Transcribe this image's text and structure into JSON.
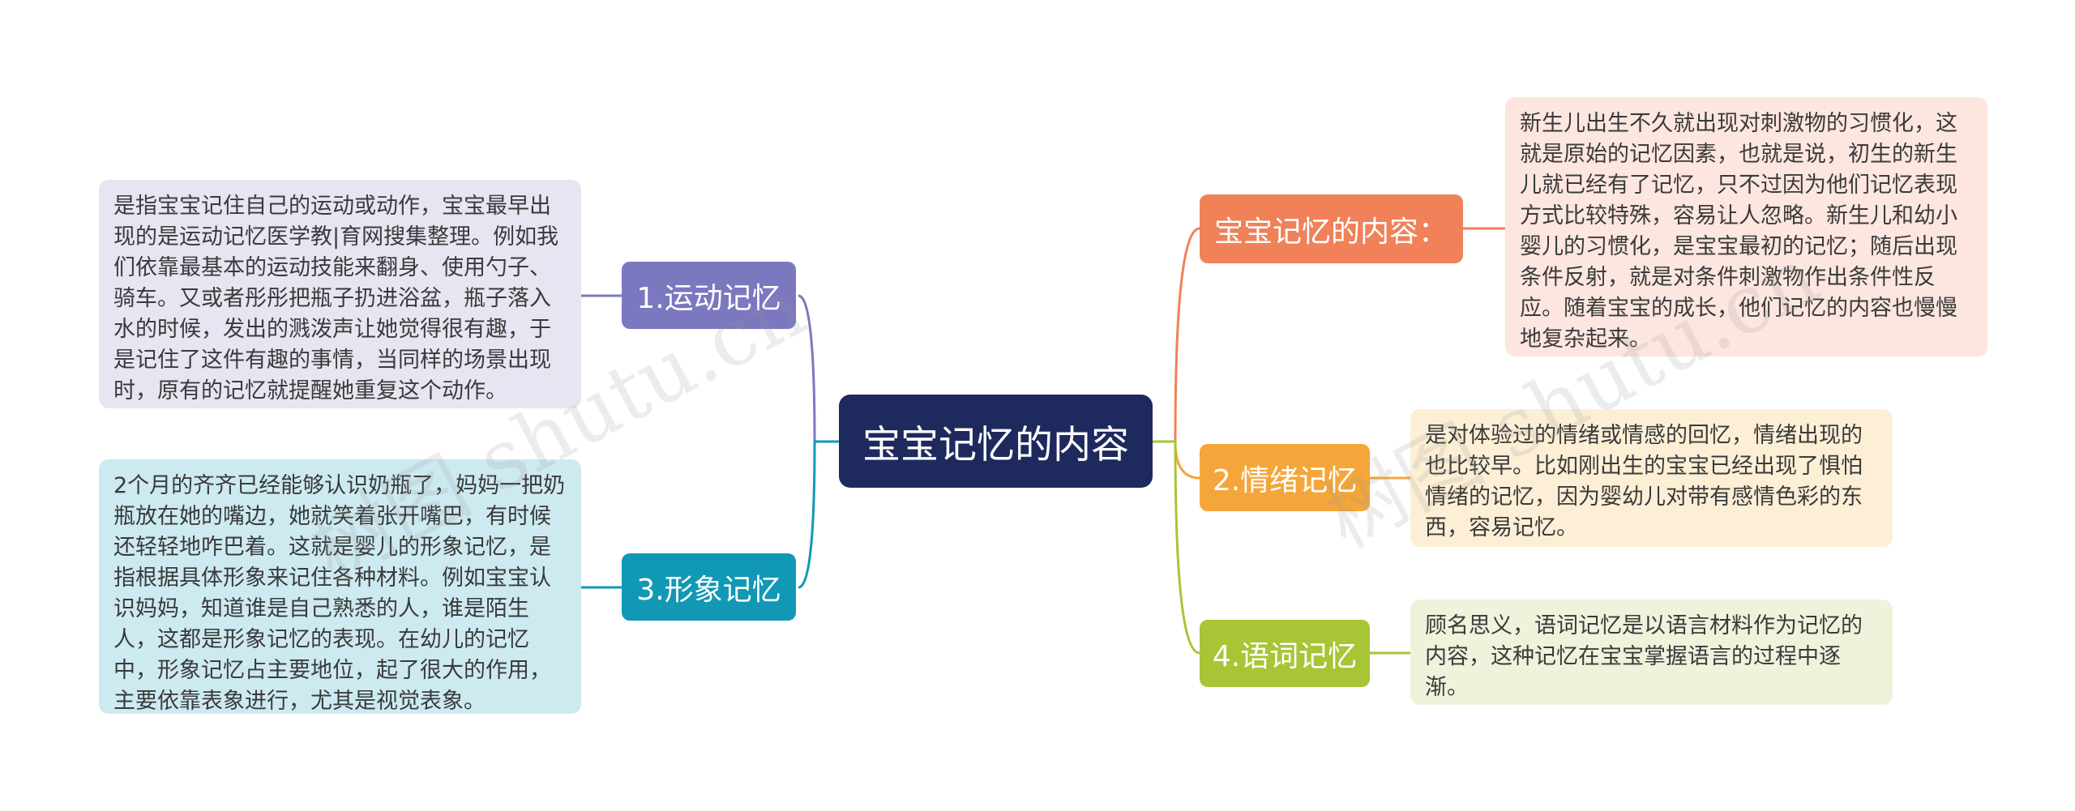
{
  "root": {
    "label": "宝宝记忆的内容"
  },
  "branches": {
    "motor": {
      "label": "1.运动记忆",
      "color": "#7b78c0"
    },
    "image": {
      "label": "3.形象记忆",
      "color": "#1198b5"
    },
    "content": {
      "label": "宝宝记忆的内容：",
      "color": "#f08158"
    },
    "emotion": {
      "label": "2.情绪记忆",
      "color": "#f5a63a"
    },
    "language": {
      "label": "4.语词记忆",
      "color": "#a8c535"
    }
  },
  "leaves": {
    "motor": "是指宝宝记住自己的运动或动作，宝宝最早出现的是运动记忆医学教|育网搜集整理。例如我们依靠最基本的运动技能来翻身、使用勺子、骑车。又或者彤彤把瓶子扔进浴盆，瓶子落入水的时候，发出的溅泼声让她觉得很有趣，于是记住了这件有趣的事情，当同样的场景出现时，原有的记忆就提醒她重复这个动作。",
    "image": "2个月的齐齐已经能够认识奶瓶了，妈妈一把奶瓶放在她的嘴边，她就笑着张开嘴巴，有时候还轻轻地咋巴着。这就是婴儿的形象记忆，是指根据具体形象来记住各种材料。例如宝宝认识妈妈，知道谁是自己熟悉的人，谁是陌生人，这都是形象记忆的表现。在幼儿的记忆中，形象记忆占主要地位，起了很大的作用，主要依靠表象进行，尤其是视觉表象。",
    "content": "新生儿出生不久就出现对刺激物的习惯化，这就是原始的记忆因素，也就是说，初生的新生儿就已经有了记忆，只不过因为他们记忆表现方式比较特殊，容易让人忽略。新生儿和幼小婴儿的习惯化，是宝宝最初的记忆；随后出现条件反射，就是对条件刺激物作出条件性反应。随着宝宝的成长，他们记忆的内容也慢慢地复杂起来。",
    "emotion": "是对体验过的情绪或情感的回忆，情绪出现的也比较早。比如刚出生的宝宝已经出现了惧怕情绪的记忆，因为婴幼儿对带有感情色彩的东西，容易记忆。",
    "language": "顾名思义，语词记忆是以语言材料作为记忆的内容，这种记忆在宝宝掌握语言的过程中逐渐。"
  },
  "watermark": "树图 shutu.cn"
}
